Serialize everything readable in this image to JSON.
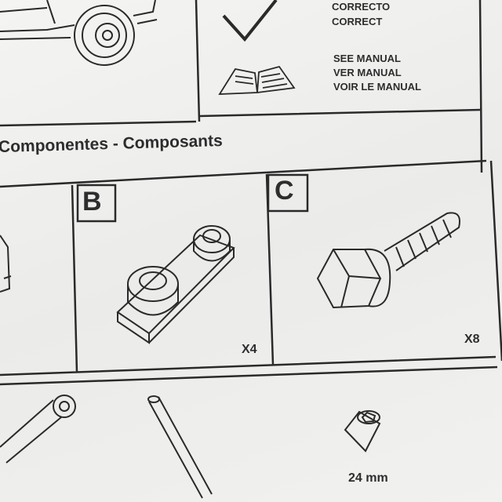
{
  "legend": {
    "correct_es": "CORRECTO",
    "correct_en": "CORRECT",
    "manual_en": "SEE MANUAL",
    "manual_es": "VER MANUAL",
    "manual_fr": "VOIR LE MANUAL"
  },
  "section_heading": "Componentes - Composants",
  "components": [
    {
      "letter": "B",
      "quantity": "X4"
    },
    {
      "letter": "C",
      "quantity": "X8"
    }
  ],
  "tools": {
    "socket_size": "24 mm"
  }
}
